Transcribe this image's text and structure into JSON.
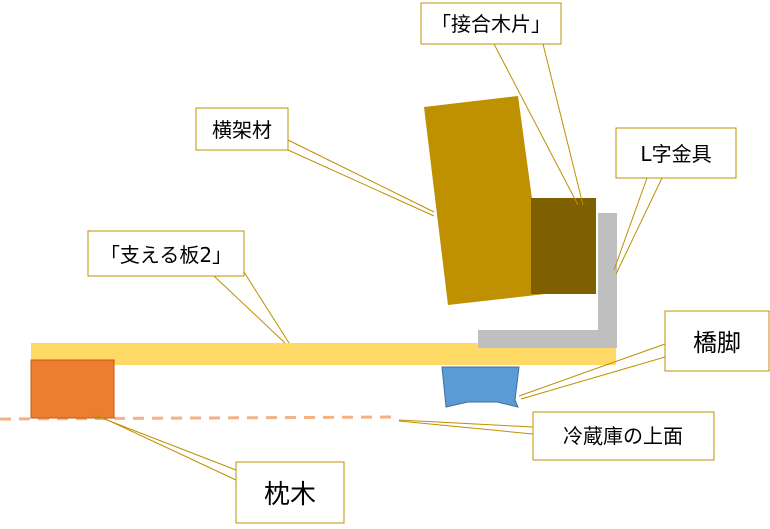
{
  "diagram": {
    "labels": {
      "joint_piece": "「接合木片」",
      "cross_beam": "横架材",
      "l_bracket": "L字金具",
      "support_board": "「支える板2」",
      "bridge_leg": "橋脚",
      "fridge_top": "冷蔵庫の上面",
      "sleeper": "枕木"
    },
    "colors": {
      "support_board": "#FFD966",
      "cross_beam": "#BF9000",
      "joint_piece": "#7F6000",
      "l_bracket": "#BFBFBF",
      "sleeper": "#ED7D31",
      "bridge_leg": "#5B9BD5",
      "dashed_line": "#F4B183",
      "callout_border": "#BF9000"
    }
  }
}
